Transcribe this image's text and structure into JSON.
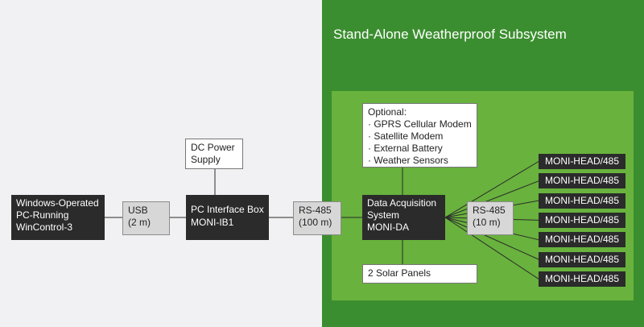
{
  "title": "Stand-Alone Weatherproof Subsystem",
  "colors": {
    "outer_green": "#3b8e2f",
    "inner_green": "#68b23d",
    "dark_box": "#2b2b2b",
    "light_box": "#d7d7d7"
  },
  "nodes": {
    "windows_pc": "Windows-Operated\nPC-Running\nWinControl-3",
    "usb": "USB\n(2 m)",
    "dc_power": "DC Power\nSupply",
    "interface_box": "PC Interface Box\nMONI-IB1",
    "rs485_100": "RS-485\n(100 m)",
    "optional": "Optional:\n· GPRS Cellular Modem\n· Satellite Modem\n· External Battery\n· Weather Sensors",
    "data_acq": "Data Acquisition\nSystem\nMONI-DA",
    "rs485_10": "RS-485\n(10 m)",
    "solar": "2 Solar Panels"
  },
  "heads": [
    "MONI-HEAD/485",
    "MONI-HEAD/485",
    "MONI-HEAD/485",
    "MONI-HEAD/485",
    "MONI-HEAD/485",
    "MONI-HEAD/485",
    "MONI-HEAD/485"
  ]
}
